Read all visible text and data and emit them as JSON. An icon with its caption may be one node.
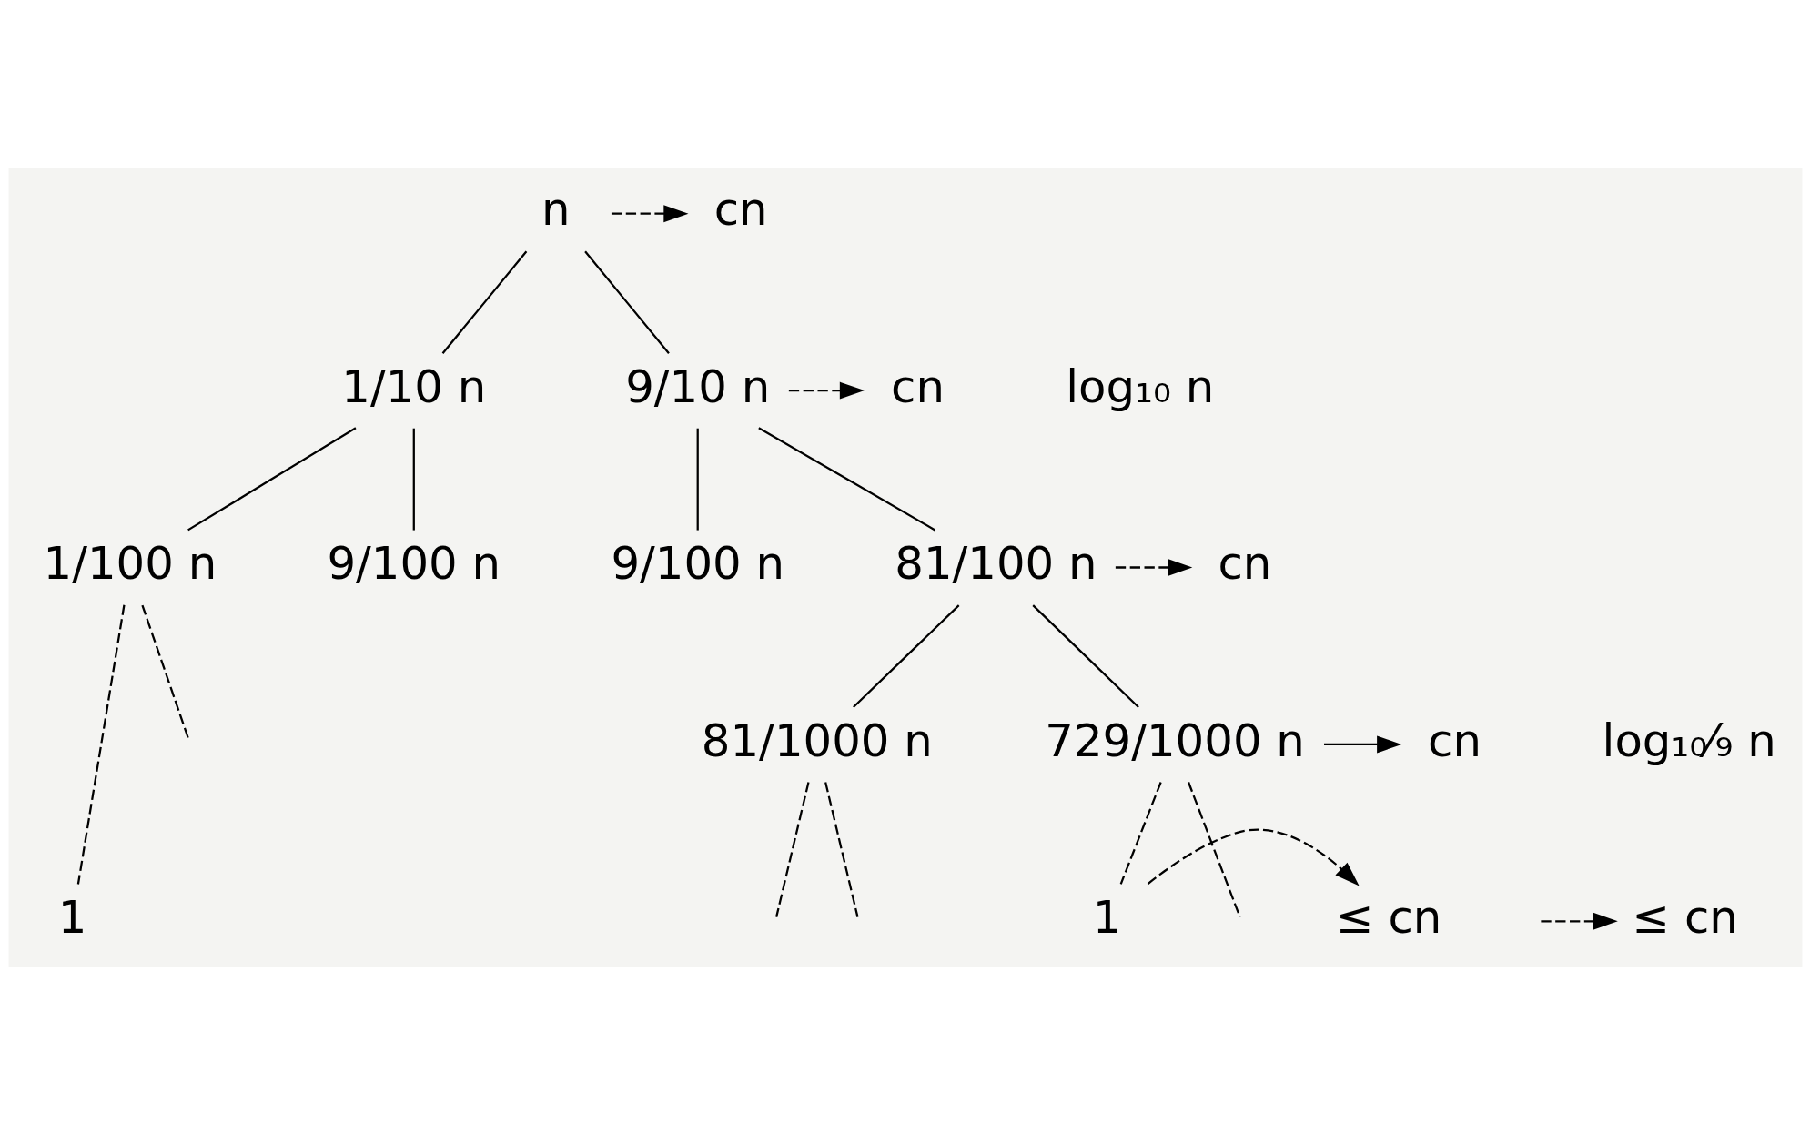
{
  "diagram": {
    "nodes": [
      {
        "text": [
          "n"
        ]
      },
      {
        "text": [
          "1/10 n"
        ]
      },
      {
        "text": [
          "9/10 n"
        ]
      },
      {
        "text": [
          "1/100 n"
        ]
      },
      {
        "text": [
          "9/100 n"
        ]
      },
      {
        "text": [
          "9/100 n"
        ]
      },
      {
        "text": [
          "81/100 n"
        ]
      },
      {
        "text": [
          "81/1000 n"
        ]
      },
      {
        "text": [
          "729/1000 n"
        ]
      },
      {
        "text": [
          "1"
        ]
      },
      {
        "text": [
          "1"
        ]
      },
      {
        "text": [
          "cn"
        ]
      },
      {
        "text": [
          "cn"
        ]
      },
      {
        "text": [
          "cn"
        ]
      },
      {
        "text": [
          "cn"
        ]
      },
      {
        "text": [
          "≤ cn"
        ]
      },
      {
        "text": [
          "≤ cn"
        ]
      }
    ],
    "edges": [
      {
        "from": 0,
        "to": 1,
        "arrow": "none"
      },
      {
        "from": 0,
        "to": 2,
        "arrow": "none"
      },
      {
        "from": 1,
        "to": 3,
        "arrow": "none"
      },
      {
        "from": 1,
        "to": 4,
        "arrow": "none"
      },
      {
        "from": 2,
        "to": 5,
        "arrow": "none"
      },
      {
        "from": 2,
        "to": 6,
        "arrow": "none"
      },
      {
        "from": 6,
        "to": 7,
        "arrow": "none"
      },
      {
        "from": 6,
        "to": 8,
        "arrow": "none"
      },
      {
        "from": 3,
        "to": 9,
        "arrow": "none",
        "style": "dashed"
      },
      {
        "from": 3,
        "to": null,
        "arrow": "none",
        "style": "dashed"
      },
      {
        "from": 7,
        "to": null,
        "arrow": "none",
        "style": "dashed"
      },
      {
        "from": 7,
        "to": null,
        "arrow": "none",
        "style": "dashed"
      },
      {
        "from": 8,
        "to": null,
        "arrow": "none",
        "style": "dashed"
      },
      {
        "from": 8,
        "to": 10,
        "arrow": "none",
        "style": "dashed"
      },
      {
        "from": 0,
        "to": 11,
        "arrow": "to",
        "style": "dashed"
      },
      {
        "from": 2,
        "to": 12,
        "arrow": "to",
        "style": "dashed"
      },
      {
        "from": 6,
        "to": 13,
        "arrow": "to",
        "style": "dashed"
      },
      {
        "from": 8,
        "to": 14,
        "arrow": "to"
      },
      {
        "from": null,
        "to": 15,
        "arrow": "to",
        "style": "dashed"
      },
      {
        "from": 10,
        "to": 16,
        "arrow": "to",
        "style": "dashed"
      }
    ],
    "labels": [
      "log₁₀ n",
      "log₁₀⁄₉ n"
    ]
  }
}
